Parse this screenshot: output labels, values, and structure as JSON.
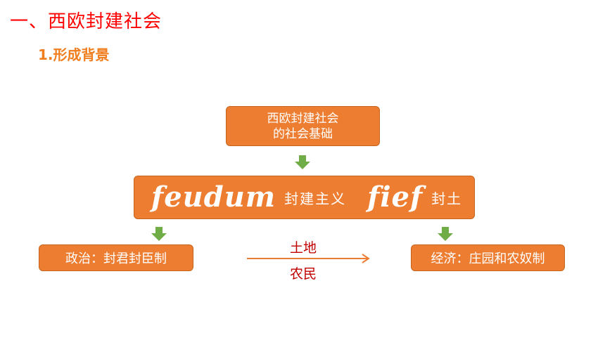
{
  "heading": "一、西欧封建社会",
  "subheading": "1.形成背景",
  "diagram": {
    "top_box": {
      "line1": "西欧封建社会",
      "line2": "的社会基础"
    },
    "main_box": {
      "term1_latin": "feudum",
      "term1_cn": "封建主义",
      "term2_latin": "fief",
      "term2_cn": "封土"
    },
    "left_box": "政治：封君封臣制",
    "right_box": "经济：庄园和农奴制",
    "flow_top_label": "土地",
    "flow_bottom_label": "农民"
  },
  "colors": {
    "heading": "#ff0000",
    "subheading": "#f07e1e",
    "box_fill": "#ed7d31",
    "arrow_green": "#70ad47",
    "flow_arrow": "#ed7d31",
    "flow_label": "#c00000"
  }
}
